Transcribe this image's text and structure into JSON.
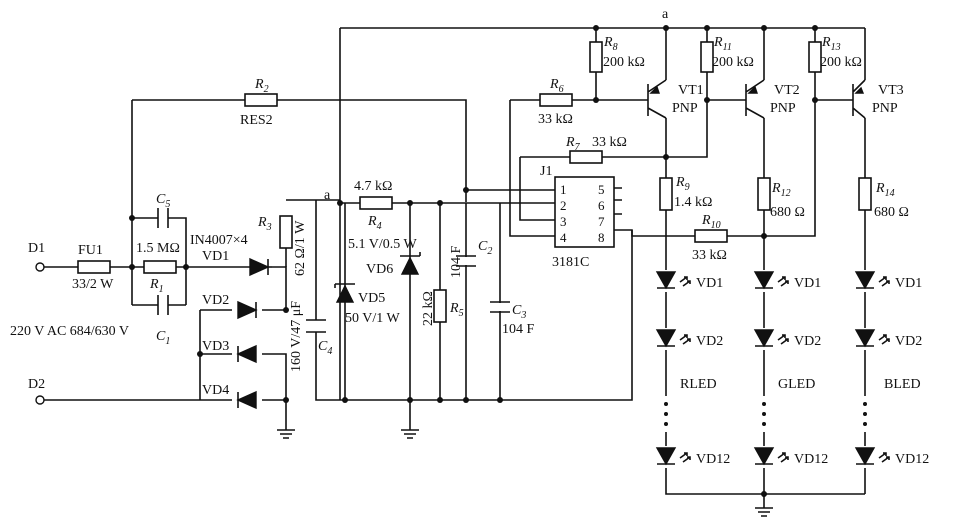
{
  "diagram": {
    "node_top": "a",
    "node_mid": "a",
    "inputs": {
      "d1": "D1",
      "d2": "D2",
      "supply": "220 V AC 684/630 V"
    },
    "fuse": {
      "name": "FU1",
      "value": "33/2 W"
    },
    "r1": {
      "name": "R",
      "sub": "1",
      "value": "1.5 MΩ"
    },
    "c5": {
      "name": "C",
      "sub": "5"
    },
    "c1": {
      "name": "C",
      "sub": "1"
    },
    "r2": {
      "name": "R",
      "sub": "2",
      "value": "RES2"
    },
    "r3": {
      "name": "R",
      "sub": "3",
      "value": "62 Ω/1 W"
    },
    "bridge": {
      "label": "IN4007×4",
      "vd1": "VD1",
      "vd2": "VD2",
      "vd3": "VD3",
      "vd4": "VD4"
    },
    "c4": {
      "name": "C",
      "sub": "4",
      "value": "160 V/47 μF"
    },
    "r4": {
      "name": "R",
      "sub": "4",
      "value": "4.7 kΩ"
    },
    "vd5": {
      "name": "VD5",
      "value": "50 V/1 W"
    },
    "vd6": {
      "name": "VD6",
      "value": "5.1 V/0.5 W"
    },
    "r5": {
      "name": "R",
      "sub": "5",
      "value": "22 kΩ"
    },
    "c2": {
      "name": "C",
      "sub": "2",
      "value": "104 F"
    },
    "c3": {
      "name": "C",
      "sub": "3",
      "value": "104 F"
    },
    "ic": {
      "ref": "J1",
      "part": "3181C",
      "pins": [
        "1",
        "2",
        "3",
        "4",
        "5",
        "6",
        "7",
        "8"
      ]
    },
    "r6": {
      "name": "R",
      "sub": "6",
      "value": "33 kΩ"
    },
    "r7": {
      "name": "R",
      "sub": "7",
      "value": "33 kΩ"
    },
    "r8": {
      "name": "R",
      "sub": "8",
      "value": "200 kΩ"
    },
    "r9": {
      "name": "R",
      "sub": "9",
      "value": "1.4 kΩ"
    },
    "r10": {
      "name": "R",
      "sub": "10",
      "value": "33 kΩ"
    },
    "r11": {
      "name": "R",
      "sub": "11",
      "value": "200 kΩ"
    },
    "r12": {
      "name": "R",
      "sub": "12",
      "value": "680 Ω"
    },
    "r13": {
      "name": "R",
      "sub": "13",
      "value": "200 kΩ"
    },
    "r14": {
      "name": "R",
      "sub": "14",
      "value": "680 Ω"
    },
    "vt1": {
      "name": "VT1",
      "type": "PNP"
    },
    "vt2": {
      "name": "VT2",
      "type": "PNP"
    },
    "vt3": {
      "name": "VT3",
      "type": "PNP"
    },
    "leds": {
      "first": "VD1",
      "second": "VD2",
      "last": "VD12",
      "red": "RLED",
      "green": "GLED",
      "blue": "BLED"
    }
  }
}
